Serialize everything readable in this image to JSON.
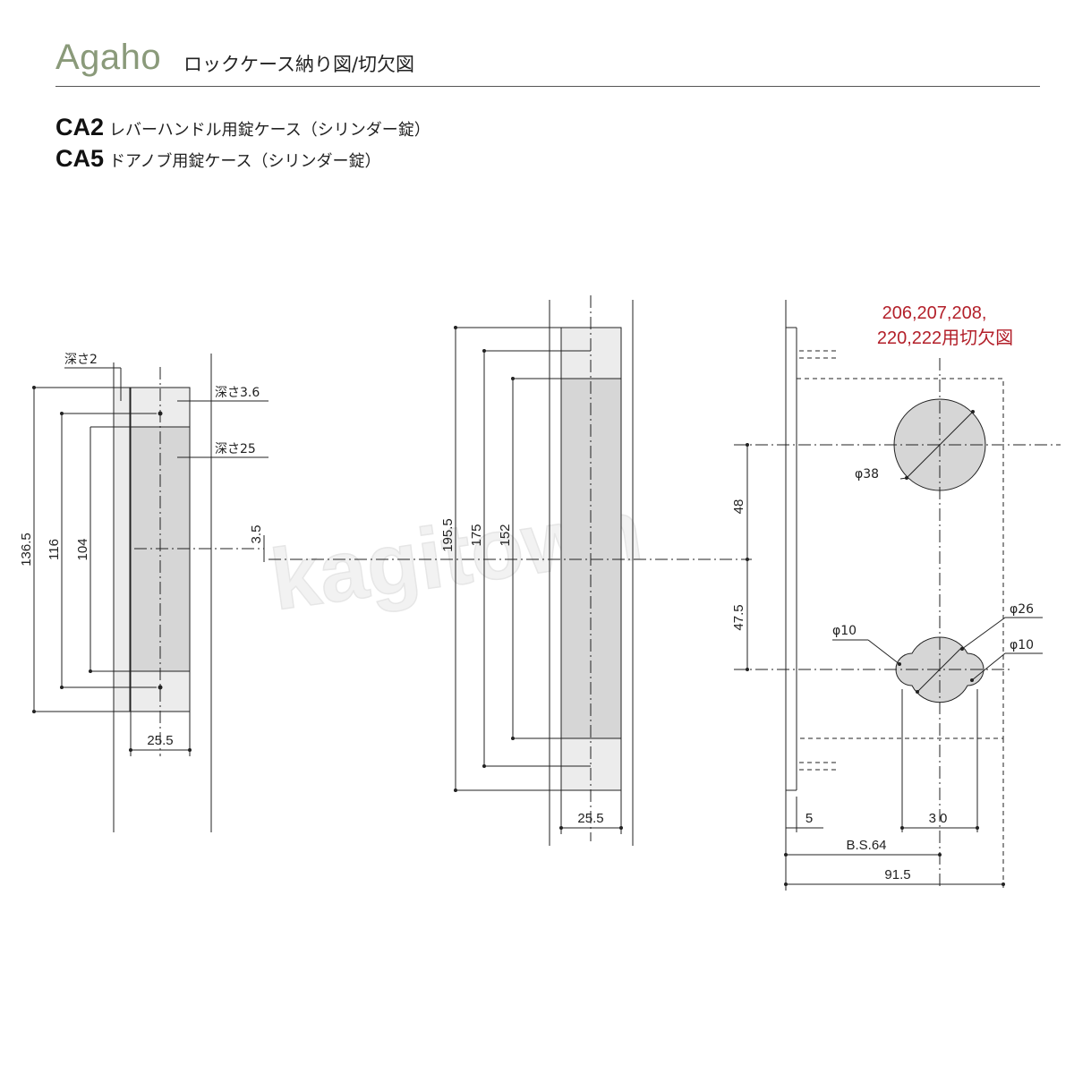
{
  "header": {
    "brand": "Agaho",
    "subtitle": "ロックケース納り図/切欠図"
  },
  "models": [
    {
      "code": "CA2",
      "desc": "レバーハンドル用錠ケース（シリンダー錠）"
    },
    {
      "code": "CA5",
      "desc": "ドアノブ用錠ケース（シリンダー錠）"
    }
  ],
  "watermark": "kagitown",
  "colors": {
    "accent_red": "#b3202a",
    "brand_green": "#8a9a7a",
    "fill_gray": "#d6d6d6",
    "fill_light": "#ececec"
  },
  "left_drawing": {
    "depth_labels": [
      "深さ2",
      "深さ3.6",
      "深さ25"
    ],
    "dims": [
      "136.5",
      "116",
      "104",
      "3.5",
      "25.5"
    ]
  },
  "middle_drawing": {
    "dims": [
      "195.5",
      "175",
      "152",
      "25.5"
    ]
  },
  "right_drawing": {
    "note_line1": "206,207,208,",
    "note_line2": "220,222用切欠図",
    "diameters": [
      "φ38",
      "φ26",
      "φ10",
      "φ10"
    ],
    "dims": [
      "48",
      "47.5",
      "5",
      "30",
      "B.S.64",
      "91.5"
    ]
  }
}
